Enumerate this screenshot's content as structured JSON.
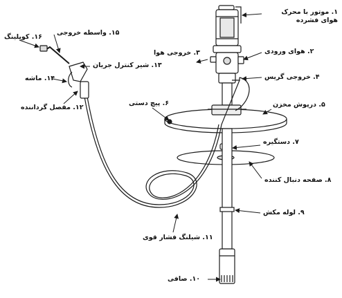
{
  "colors": {
    "line": "#1a1a1a",
    "shade": "#777777",
    "paper": "#ffffff"
  },
  "parts": [
    {
      "id": "p1",
      "text": "۱. موتور با محرک",
      "text2": "هوای فشرده"
    },
    {
      "id": "p2",
      "text": "۲. هوای ورودی"
    },
    {
      "id": "p3",
      "text": "۳. خروجی هوا"
    },
    {
      "id": "p4",
      "text": "۴. خروجی گریس"
    },
    {
      "id": "p5",
      "text": "۵. درپوش مخزن"
    },
    {
      "id": "p6",
      "text": "۶. پیچ دستی"
    },
    {
      "id": "p7",
      "text": "۷. دستگیره"
    },
    {
      "id": "p8",
      "text": "۸. صفحه دنبال کننده"
    },
    {
      "id": "p9",
      "text": "۹. لوله مکش"
    },
    {
      "id": "p10",
      "text": "۱۰. صافی"
    },
    {
      "id": "p11",
      "text": "۱۱. شیلنگ فشار قوی"
    },
    {
      "id": "p12",
      "text": "۱۲. مفصل گرداننده"
    },
    {
      "id": "p13",
      "text": "۱۳. شیر کنترل جریان"
    },
    {
      "id": "p14",
      "text": "۱۴. ماشه"
    },
    {
      "id": "p15",
      "text": "۱۵. واسطه خروجی"
    },
    {
      "id": "p16",
      "text": "۱۶. کوپلینگ"
    }
  ]
}
